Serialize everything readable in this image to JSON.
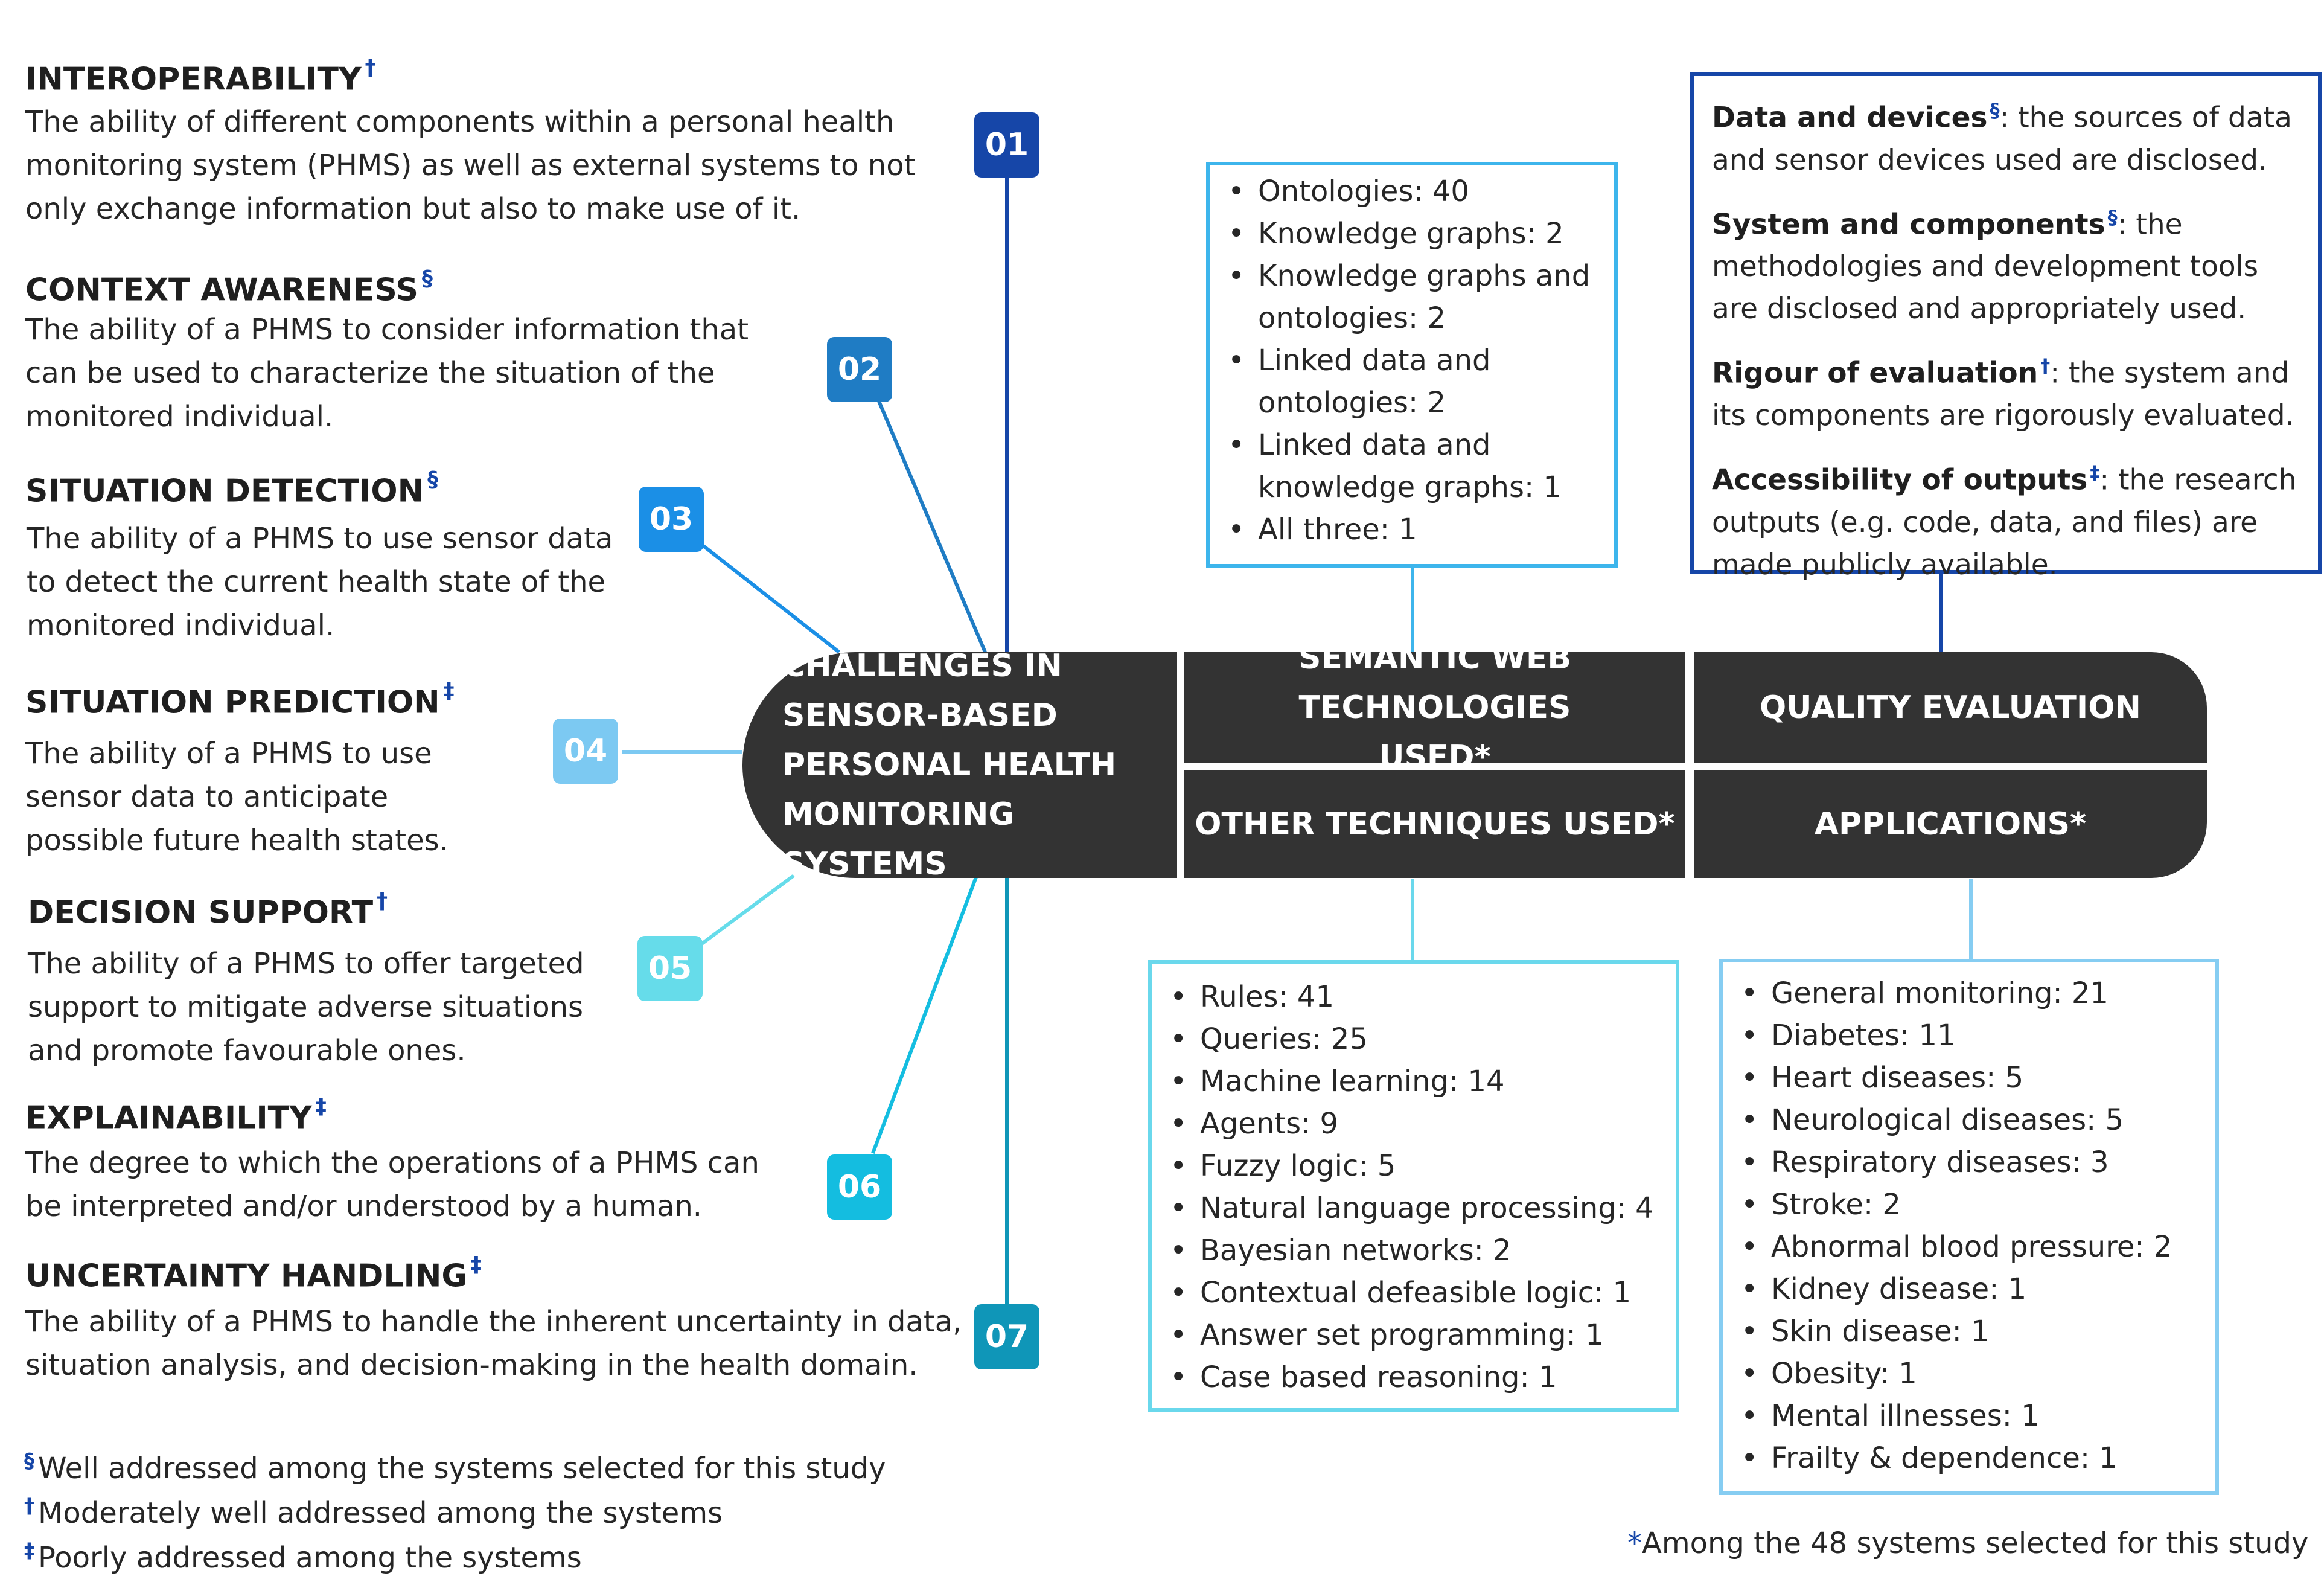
{
  "colors": {
    "pill": "#333333",
    "badge_01": "#1646a8",
    "badge_02": "#1f7cc4",
    "badge_03": "#1b8fe6",
    "badge_04": "#7cc9f2",
    "badge_05": "#66dcea",
    "badge_06": "#14bde0",
    "badge_07": "#0f96b8",
    "box_semantic": "#3db5ec",
    "box_quality": "#1646a8",
    "box_techniques": "#6ad8ec",
    "box_applications": "#86cdf2",
    "marker": "#1646a8"
  },
  "challenges": [
    {
      "num": "01",
      "title": "INTEROPERABILITY",
      "marker": "†",
      "desc": "The ability of different components within a personal health monitoring system (PHMS) as well as external systems to not only exchange information but also to make use of it."
    },
    {
      "num": "02",
      "title": "CONTEXT AWARENESS",
      "marker": "§",
      "desc": "The ability of a PHMS to consider information that can be used to characterize the situation of the monitored individual."
    },
    {
      "num": "03",
      "title": "SITUATION DETECTION",
      "marker": "§",
      "desc": "The ability of a PHMS to use sensor data to detect the current health state of the monitored individual."
    },
    {
      "num": "04",
      "title": "SITUATION PREDICTION",
      "marker": "‡",
      "desc": "The ability of a PHMS to use sensor data to anticipate possible future health states."
    },
    {
      "num": "05",
      "title": "DECISION SUPPORT",
      "marker": "†",
      "desc": "The ability of a PHMS to offer targeted support to mitigate adverse situations and promote favourable ones."
    },
    {
      "num": "06",
      "title": "EXPLAINABILITY",
      "marker": "‡",
      "desc": "The degree to which the operations of a PHMS can be interpreted and/or understood by a human."
    },
    {
      "num": "07",
      "title": "UNCERTAINTY HANDLING",
      "marker": "‡",
      "desc": "The ability of a PHMS to handle the inherent uncertainty in data, situation analysis, and decision-making in the health domain."
    }
  ],
  "center": {
    "main": "CHALLENGES IN SENSOR-BASED PERSONAL HEALTH MONITORING SYSTEMS",
    "semantic": "SEMANTIC WEB TECHNOLOGIES USED*",
    "quality": "QUALITY EVALUATION",
    "techniques": "OTHER TECHNIQUES USED*",
    "applications": "APPLICATIONS*"
  },
  "semantic_items": [
    "Ontologies: 40",
    "Knowledge graphs: 2",
    "Knowledge graphs and ontologies: 2",
    "Linked data and ontologies: 2",
    "Linked data and knowledge graphs: 1",
    "All three: 1"
  ],
  "quality_items": [
    {
      "term": "Data and devices",
      "marker": "§",
      "text": ": the sources of data and sensor devices used are disclosed."
    },
    {
      "term": "System and components",
      "marker": "§",
      "text": ": the methodologies and development tools are disclosed and appropriately used."
    },
    {
      "term": "Rigour of evaluation",
      "marker": "†",
      "text": ": the system and its components are rigorously evaluated."
    },
    {
      "term": "Accessibility of outputs",
      "marker": "‡",
      "text": ": the research outputs (e.g. code, data, and files) are made publicly available."
    }
  ],
  "technique_items": [
    "Rules: 41",
    "Queries: 25",
    "Machine learning: 14",
    "Agents: 9",
    "Fuzzy logic: 5",
    "Natural language processing: 4",
    "Bayesian networks: 2",
    "Contextual defeasible logic: 1",
    "Answer set programming: 1",
    "Case based reasoning: 1"
  ],
  "application_items": [
    "General monitoring: 21",
    "Diabetes: 11",
    "Heart diseases: 5",
    "Neurological diseases: 5",
    "Respiratory diseases: 3",
    "Stroke: 2",
    "Abnormal blood pressure: 2",
    "Kidney disease: 1",
    "Skin disease: 1",
    "Obesity: 1",
    "Mental illnesses: 1",
    "Frailty & dependence: 1"
  ],
  "legend": [
    {
      "marker": "§",
      "text": "Well addressed among the systems selected for this study"
    },
    {
      "marker": "†",
      "text": "Moderately well addressed among the systems"
    },
    {
      "marker": "‡",
      "text": "Poorly addressed among the systems"
    }
  ],
  "footnote": {
    "marker": "*",
    "text": "Among the 48 systems selected for this study"
  }
}
